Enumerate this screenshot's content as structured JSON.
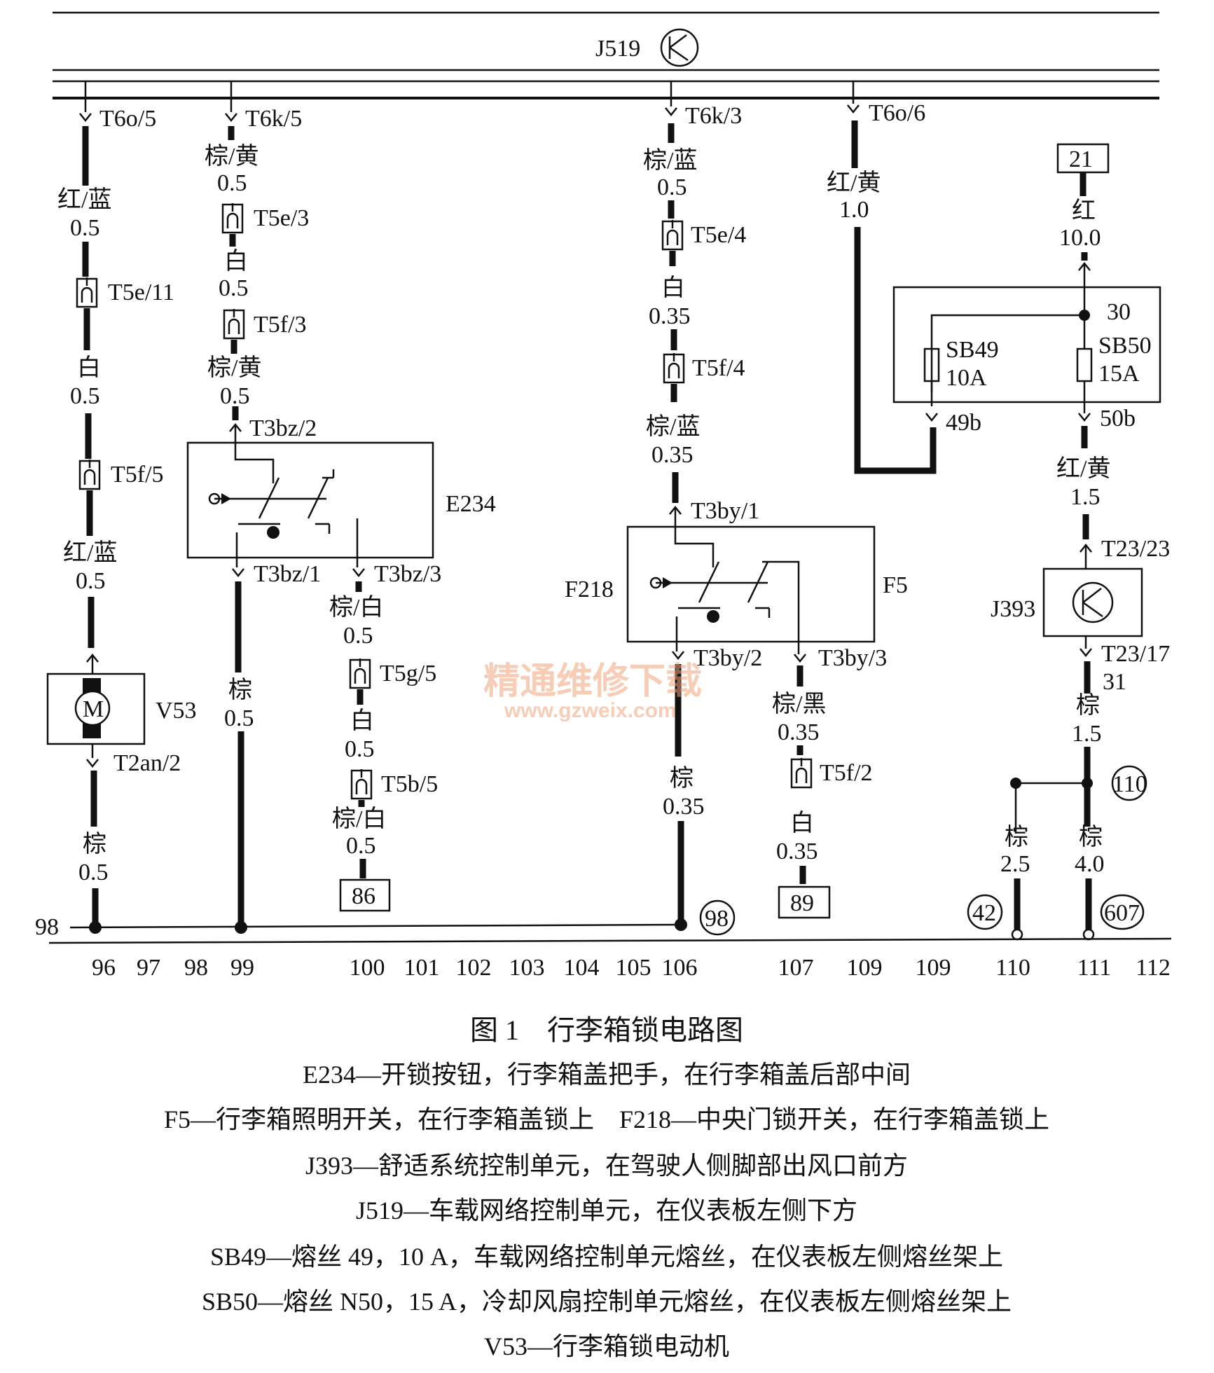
{
  "header": {
    "unit_j519": "J519"
  },
  "wires": {
    "c1": {
      "pin_top": "T6o/5",
      "c1": "红/蓝",
      "s1": "0.5",
      "conn1": "T5e/11",
      "c2": "白",
      "s2": "0.5",
      "conn2": "T5f/5",
      "c3": "红/蓝",
      "s3": "0.5",
      "motor": "M",
      "motor_id": "V53",
      "pin_motor": "T2an/2",
      "c4": "棕",
      "s4": "0.5"
    },
    "c2": {
      "pin_top": "T6k/5",
      "c1": "棕/黄",
      "s1": "0.5",
      "conn1": "T5e/3",
      "c2": "白",
      "s2": "0.5",
      "conn2": "T5f/3",
      "c3": "棕/黄",
      "s3": "0.5",
      "pin_in": "T3bz/2",
      "switch_id": "E234",
      "pin_out1": "T3bz/1",
      "pin_out3": "T3bz/3",
      "c4": "棕",
      "s4": "0.5",
      "c5": "棕/白",
      "s5": "0.5",
      "conn3": "T5g/5",
      "c6": "白",
      "s6": "0.5",
      "conn4": "T5b/5",
      "c7": "棕/白",
      "s7": "0.5",
      "ref": "86"
    },
    "c3": {
      "pin_top": "T6k/3",
      "c1": "棕/蓝",
      "s1": "0.5",
      "conn1": "T5e/4",
      "c2": "白",
      "s2": "0.35",
      "conn2": "T5f/4",
      "c3": "棕/蓝",
      "s3": "0.35",
      "pin_in": "T3by/1",
      "switch_id_left": "F218",
      "switch_id_right": "F5",
      "pin_out2": "T3by/2",
      "pin_out3": "T3by/3",
      "c4": "棕",
      "s4": "0.35",
      "ground_ref": "98",
      "c5": "棕/黑",
      "s5": "0.35",
      "conn3": "T5f/2",
      "c6": "白",
      "s6": "0.35",
      "ref": "89"
    },
    "c4": {
      "pin_top": "T6o/6",
      "c1": "红/黄",
      "s1": "1.0"
    },
    "c5": {
      "ref_top": "21",
      "c1": "红",
      "s1": "10.0",
      "terminal": "30",
      "fuse1": "SB49",
      "fuse1_rating": "10A",
      "fuse2": "SB50",
      "fuse2_rating": "15A",
      "out1": "49b",
      "out2": "50b",
      "c2": "红/黄",
      "s2": "1.5",
      "pin_in": "T23/23",
      "unit": "J393",
      "pin_out": "T23/17",
      "terminal_out": "31",
      "c3": "棕",
      "s3": "1.5",
      "ground_pt": "110",
      "c4": "棕",
      "s4": "2.5",
      "c5": "棕",
      "s5": "4.0",
      "ref_a": "42",
      "ref_b": "607"
    }
  },
  "ground_line_label": "98",
  "bottom_numbers": [
    "96",
    "97",
    "98",
    "99",
    "100",
    "101",
    "102",
    "103",
    "104",
    "105",
    "106",
    "107",
    "109",
    "109",
    "110",
    "111",
    "112"
  ],
  "caption": {
    "title": "图 1　行李箱锁电路图",
    "lines": [
      "E234—开锁按钮，行李箱盖把手，在行李箱盖后部中间",
      "F5—行李箱照明开关，在行李箱盖锁上　F218—中央门锁开关，在行李箱盖锁上",
      "J393—舒适系统控制单元，在驾驶人侧脚部出风口前方",
      "J519—车载网络控制单元，在仪表板左侧下方",
      "SB49—熔丝 49，10 A，车载网络控制单元熔丝，在仪表板左侧熔丝架上",
      "SB50—熔丝 N50，15 A，冷却风扇控制单元熔丝，在仪表板左侧熔丝架上",
      "V53—行李箱锁电动机"
    ]
  },
  "watermark": {
    "text": "精通维修下载",
    "url": "www.gzweix.com"
  },
  "colors": {
    "ink": "#111111",
    "watermark": "#f4a57a",
    "background": "#ffffff"
  }
}
